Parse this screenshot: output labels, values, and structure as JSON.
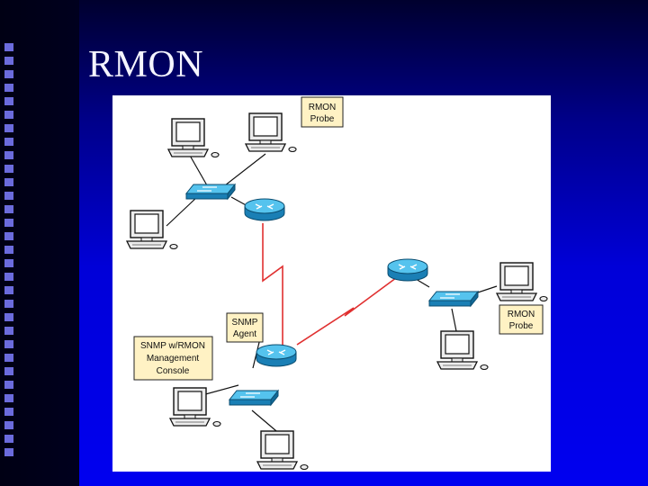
{
  "slide": {
    "title": "RMON",
    "accent_color": "#6b6bdd",
    "background_color": "#0000e0"
  },
  "diagram": {
    "labels": {
      "probe_top": [
        "RMON",
        "Probe"
      ],
      "probe_right": [
        "RMON",
        "Probe"
      ],
      "snmp_agent": [
        "SNMP",
        "Agent"
      ],
      "console": [
        "SNMP w/RMON",
        "Management",
        "Console"
      ]
    },
    "icons": {
      "computer": "desktop-computer-icon",
      "switch": "switch-icon",
      "router": "router-icon"
    },
    "colors": {
      "router": "#2a9fd6",
      "switch": "#2a9fd6",
      "wan_link": "#e03030",
      "lan_link": "#000000",
      "label_fill": "#fff2c4"
    }
  }
}
